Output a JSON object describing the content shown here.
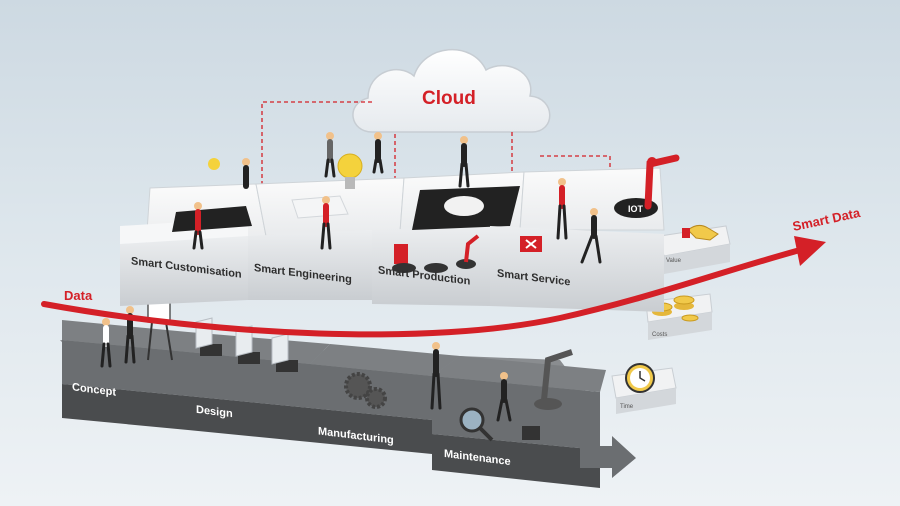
{
  "cloud": {
    "label": "Cloud"
  },
  "data_arrow": {
    "start_label": "Data",
    "end_label": "Smart Data"
  },
  "smart_modules": [
    {
      "label": "Smart Customisation"
    },
    {
      "label": "Smart Engineering"
    },
    {
      "label": "Smart Production"
    },
    {
      "label": "Smart Service"
    }
  ],
  "base_stages": [
    {
      "label": "Concept"
    },
    {
      "label": "Design"
    },
    {
      "label": "Manufacturing"
    },
    {
      "label": "Maintenance"
    }
  ],
  "iot": {
    "label": "IOT"
  },
  "side_steps": [
    {
      "label": "Value"
    },
    {
      "label": "Costs"
    },
    {
      "label": "Time"
    }
  ],
  "colors": {
    "accent_red": "#d42027",
    "dark_grey": "#4a4a4a",
    "light_block": "#f3f4f5"
  }
}
